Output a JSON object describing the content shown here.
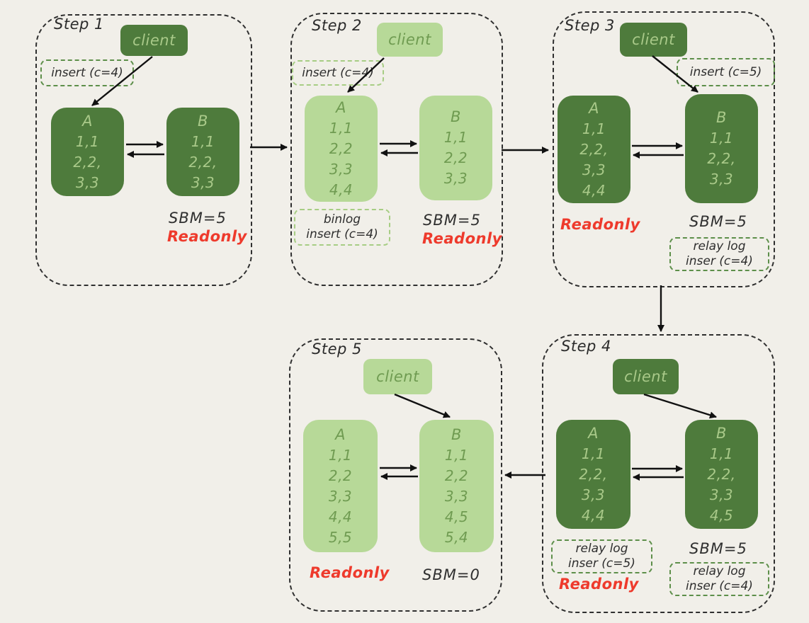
{
  "diagram": {
    "background": "#f1efe9",
    "colors": {
      "dark_green": "#4e7b3c",
      "light_green": "#b7d998",
      "text_on_dark": "#a9c989",
      "text_on_light": "#6f9b51",
      "readonly_red": "#ee3a2c",
      "label_border_green": "#5d8f4a",
      "label_border_light_green": "#a7cd84",
      "step_border": "#2f2f2f",
      "arrow_black": "#111111"
    }
  },
  "steps": [
    {
      "title": "Step 1",
      "variant": "dark",
      "client": "client",
      "insert_label": "insert (c=4)",
      "node_a": {
        "name": "A",
        "rows": [
          "1,1",
          "2,2,",
          "3,3"
        ]
      },
      "node_b": {
        "name": "B",
        "rows": [
          "1,1",
          "2,2,",
          "3,3"
        ]
      },
      "sbm": "SBM=5",
      "readonly": "Readonly"
    },
    {
      "title": "Step 2",
      "variant": "light",
      "client": "client",
      "insert_label": "insert (c=4)",
      "node_a": {
        "name": "A",
        "rows": [
          "1,1",
          "2,2",
          "3,3",
          "4,4"
        ]
      },
      "node_b": {
        "name": "B",
        "rows": [
          "1,1",
          "2,2",
          "3,3"
        ]
      },
      "binlog_label": [
        "binlog",
        "insert (c=4)"
      ],
      "sbm": "SBM=5",
      "readonly": "Readonly"
    },
    {
      "title": "Step 3",
      "variant": "dark",
      "client": "client",
      "insert_label": "insert (c=5)",
      "node_a": {
        "name": "A",
        "rows": [
          "1,1",
          "2,2,",
          "3,3",
          "4,4"
        ]
      },
      "node_b": {
        "name": "B",
        "rows": [
          "1,1",
          "2,2,",
          "3,3"
        ]
      },
      "readonly": "Readonly",
      "sbm": "SBM=5",
      "relay_label": [
        "relay log",
        "inser (c=4)"
      ]
    },
    {
      "title": "Step 4",
      "variant": "dark",
      "client": "client",
      "node_a": {
        "name": "A",
        "rows": [
          "1,1",
          "2,2,",
          "3,3",
          "4,4"
        ]
      },
      "node_b": {
        "name": "B",
        "rows": [
          "1,1",
          "2,2,",
          "3,3",
          "4,5"
        ]
      },
      "relay_label_a": [
        "relay log",
        "inser (c=5)"
      ],
      "readonly": "Readonly",
      "sbm": "SBM=5",
      "relay_label_b": [
        "relay log",
        "inser (c=4)"
      ]
    },
    {
      "title": "Step 5",
      "variant": "light",
      "client": "client",
      "node_a": {
        "name": "A",
        "rows": [
          "1,1",
          "2,2",
          "3,3",
          "4,4",
          "5,5"
        ]
      },
      "node_b": {
        "name": "B",
        "rows": [
          "1,1",
          "2,2",
          "3,3",
          "4,5",
          "5,4"
        ]
      },
      "readonly": "Readonly",
      "sbm": "SBM=0"
    }
  ]
}
